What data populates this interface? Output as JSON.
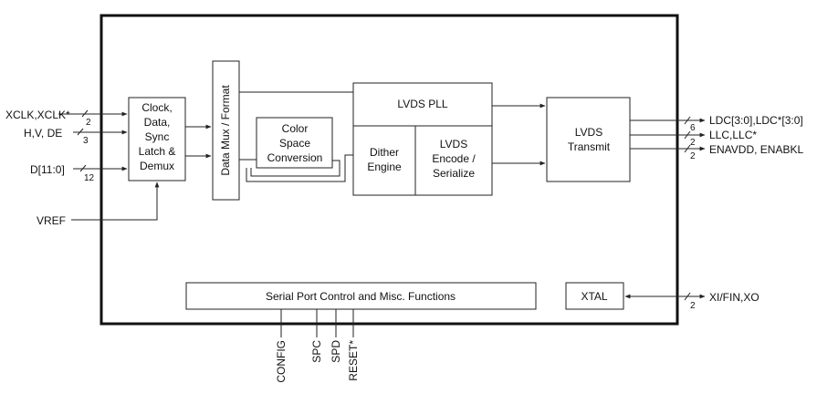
{
  "blocks": {
    "clock": [
      "Clock,",
      "Data,",
      "Sync",
      "Latch &",
      "Demux"
    ],
    "mux": "Data Mux / Format",
    "csc": [
      "Color",
      "Space",
      "Conversion"
    ],
    "pll": "LVDS PLL",
    "dither": [
      "Dither",
      "Engine"
    ],
    "encode": [
      "LVDS",
      "Encode /",
      "Serialize"
    ],
    "transmit": [
      "LVDS",
      "Transmit"
    ],
    "serial": "Serial Port Control and Misc. Functions",
    "xtal": "XTAL"
  },
  "inputs": {
    "xclk": "XCLK,XCLK*",
    "xclk_width": "2",
    "hv": "H,V, DE",
    "hv_width": "3",
    "d": "D[11:0]",
    "d_width": "12",
    "vref": "VREF"
  },
  "outputs": {
    "ldc": "LDC[3:0],LDC*[3:0]",
    "ldc_width": "6",
    "llc": "LLC,LLC*",
    "llc_width": "2",
    "ena": "ENAVDD, ENABKL",
    "ena_width": "2",
    "xi": "XI/FIN,XO",
    "xi_width": "2"
  },
  "pins": {
    "config": "CONFIG",
    "spc": "SPC",
    "spd": "SPD",
    "reset": "RESET*"
  }
}
